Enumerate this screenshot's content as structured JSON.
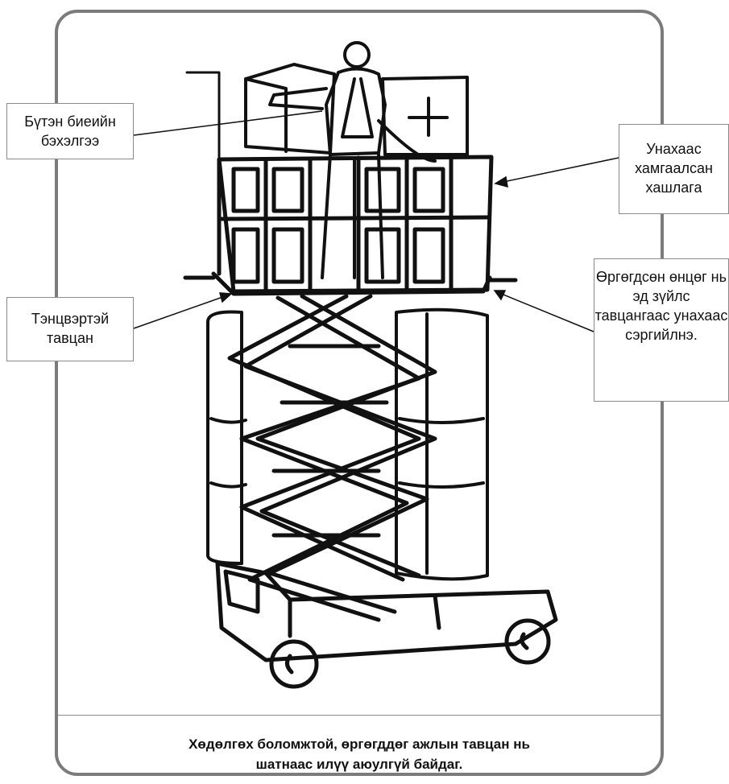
{
  "callouts": {
    "harness": "Бүтэн биеийн бэхэлгээ",
    "guardrail": "Унахаас хамгаалсан хашлага",
    "platform": "Тэнцвэртэй тавцан",
    "toe_board": "Өргөгдсөн өнцөг нь эд зүйлс тавцангаас унахаас сэргийлнэ."
  },
  "caption": {
    "line1": "Хөдөлгөх боломжтой, өргөгддөг ажлын тавцан нь",
    "line2": "шатнаас илүү аюулгүй байдаг."
  }
}
